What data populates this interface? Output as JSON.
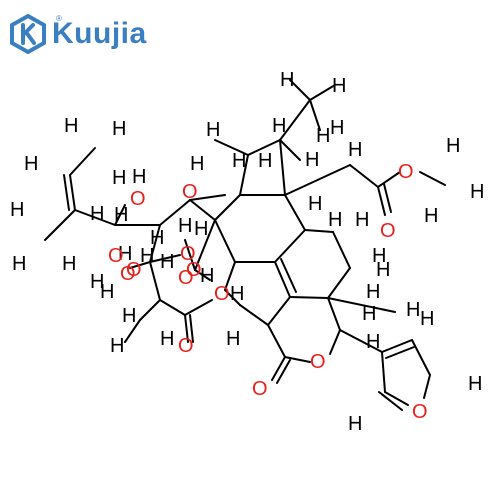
{
  "brand": {
    "name": "Kuujia",
    "registered_mark": "®",
    "color": "#3a7fc2"
  },
  "diagram": {
    "type": "chemical-structure",
    "bond_color": "#000000",
    "hydrogen_color": "#000000",
    "oxygen_color": "#e8201c",
    "hydrogen_symbol": "H",
    "oxygen_symbol": "O"
  }
}
